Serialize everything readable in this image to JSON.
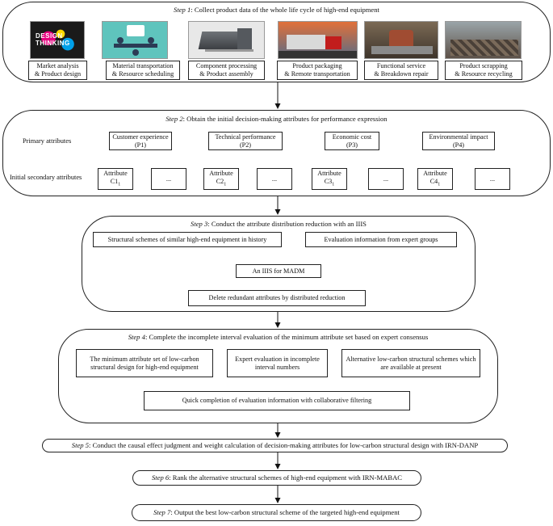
{
  "step1": {
    "step_label": "Step 1",
    "title": "Collect product data of the whole life cycle of high-end equipment",
    "photo_caption_1": "DESIGN",
    "photo_caption_2": "THINKING",
    "stages": [
      {
        "line1": "Market analysis",
        "line2": "& Product design"
      },
      {
        "line1": "Material transportation",
        "line2": "& Resource scheduling"
      },
      {
        "line1": "Component processing",
        "line2": "& Product assembly"
      },
      {
        "line1": "Product packaging",
        "line2": "& Remote transportation"
      },
      {
        "line1": "Functional service",
        "line2": "& Breakdown repair"
      },
      {
        "line1": "Product scrapping",
        "line2": "& Resource recycling"
      }
    ]
  },
  "step2": {
    "step_label": "Step 2",
    "title": "Obtain the initial decision-making attributes for performance expression",
    "primary_label": "Primary attributes",
    "secondary_label": "Initial secondary attributes",
    "primary": [
      {
        "name": "Customer experience",
        "code": "(P1)"
      },
      {
        "name": "Technical performance",
        "code": "(P2)"
      },
      {
        "name": "Economic cost",
        "code": "(P3)"
      },
      {
        "name": "Environmental impact",
        "code": "(P4)"
      }
    ],
    "secondary": [
      {
        "name": "Attribute",
        "code": "C1",
        "sub": "1"
      },
      {
        "name": "Attribute",
        "code": "C2",
        "sub": "1"
      },
      {
        "name": "Attribute",
        "code": "C3",
        "sub": "1"
      },
      {
        "name": "Attribute",
        "code": "C4",
        "sub": "1"
      }
    ],
    "ellipsis": "..."
  },
  "step3": {
    "step_label": "Step 3",
    "title": "Conduct the attribute distribution reduction with an IIIS",
    "left_box": "Structural schemes of similar high-end equipment in history",
    "right_box": "Evaluation information from expert groups",
    "middle_box": "An IIIS for MADM",
    "bottom_box": "Delete redundant attributes by distributed reduction"
  },
  "step4": {
    "step_label": "Step 4",
    "title": "Complete the incomplete interval evaluation of the minimum attribute set based on expert consensus",
    "left_box": "The minimum attribute set of low-carbon structural design for high-end equipment",
    "middle_box": "Expert evaluation in incomplete interval numbers",
    "right_box": "Alternative low-carbon structural schemes which are available at present",
    "bottom_box": "Quick completion of evaluation information with collaborative filtering"
  },
  "step5": {
    "step_label": "Step 5",
    "title": "Conduct the causal effect judgment and weight calculation of decision-making attributes for low-carbon  structural design with IRN-DANP"
  },
  "step6": {
    "step_label": "Step 6",
    "title": "Rank the alternative structural schemes of high-end equipment with IRN-MABAC"
  },
  "step7": {
    "step_label": "Step 7",
    "title": "Output the best low-carbon structural scheme of the targeted high-end equipment"
  }
}
